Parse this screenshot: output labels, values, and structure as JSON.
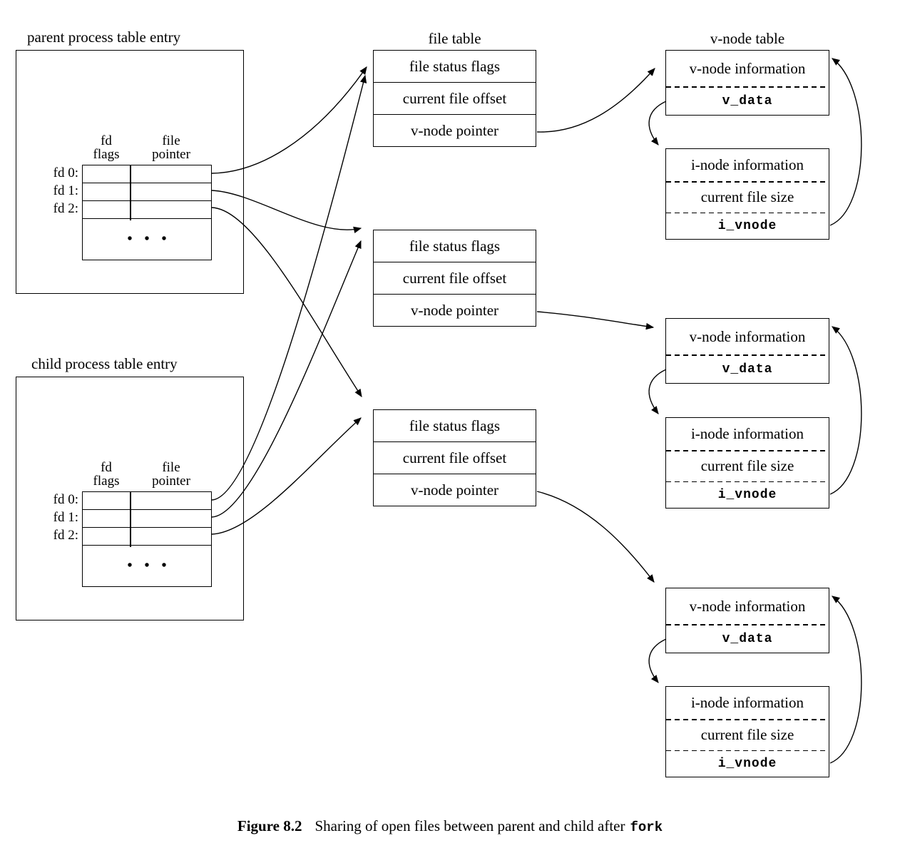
{
  "colors": {
    "line": "#000000",
    "background": "#ffffff"
  },
  "parent_table": {
    "title": "parent process table entry",
    "col1_header": [
      "fd",
      "flags"
    ],
    "col2_header": [
      "file",
      "pointer"
    ],
    "row_labels": [
      "fd 0:",
      "fd 1:",
      "fd 2:"
    ],
    "ellipsis": "• • •"
  },
  "child_table": {
    "title": "child process table entry",
    "col1_header": [
      "fd",
      "flags"
    ],
    "col2_header": [
      "file",
      "pointer"
    ],
    "row_labels": [
      "fd 0:",
      "fd 1:",
      "fd 2:"
    ],
    "ellipsis": "• • •"
  },
  "file_table": {
    "title": "file table",
    "entries": [
      {
        "rows": [
          "file status flags",
          "current file offset",
          "v-node pointer"
        ]
      },
      {
        "rows": [
          "file status flags",
          "current file offset",
          "v-node pointer"
        ]
      },
      {
        "rows": [
          "file status flags",
          "current file offset",
          "v-node pointer"
        ]
      }
    ]
  },
  "vnode_table": {
    "title": "v-node table",
    "groups": [
      {
        "vnode_info": "v-node information",
        "vnode_data": "v_data",
        "inode_info": "i-node information",
        "file_size": "current file size",
        "inode_vnode": "i_vnode"
      },
      {
        "vnode_info": "v-node information",
        "vnode_data": "v_data",
        "inode_info": "i-node information",
        "file_size": "current file size",
        "inode_vnode": "i_vnode"
      },
      {
        "vnode_info": "v-node information",
        "vnode_data": "v_data",
        "inode_info": "i-node information",
        "file_size": "current file size",
        "inode_vnode": "i_vnode"
      }
    ]
  },
  "caption": {
    "label": "Figure 8.2",
    "text": "Sharing of open files between parent and child after",
    "code": "fork"
  }
}
